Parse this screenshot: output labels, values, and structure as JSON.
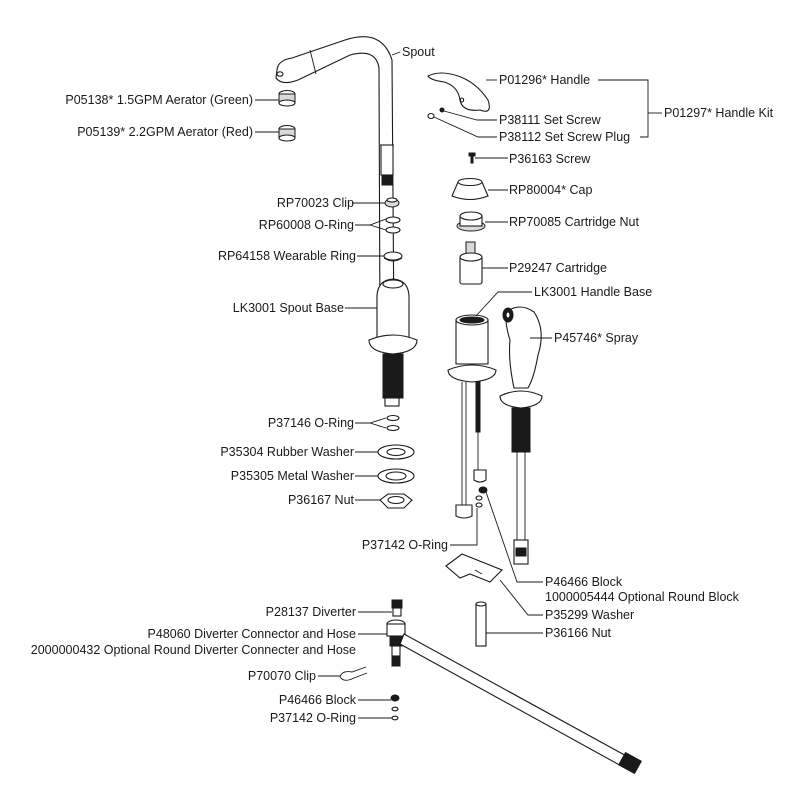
{
  "title": "Kitchen Faucet Exploded Parts Diagram",
  "callouts": {
    "spout": "Spout",
    "aerator_green": "P05138* 1.5GPM Aerator (Green)",
    "aerator_red": "P05139* 2.2GPM Aerator (Red)",
    "handle": "P01296* Handle",
    "set_screw": "P38111 Set Screw",
    "set_screw_plug": "P38112 Set Screw Plug",
    "handle_kit": "P01297* Handle Kit",
    "screw": "P36163 Screw",
    "cap": "RP80004* Cap",
    "cartridge_nut": "RP70085 Cartridge Nut",
    "cartridge": "P29247 Cartridge",
    "clip_top": "RP70023 Clip",
    "o_ring_top": "RP60008 O-Ring",
    "wearable_ring": "RP64158 Wearable Ring",
    "spout_base": "LK3001 Spout Base",
    "handle_base": "LK3001 Handle Base",
    "spray": "P45746* Spray",
    "o_ring_mid": "P37146 O-Ring",
    "rubber_washer": "P35304 Rubber Washer",
    "metal_washer": "P35305 Metal Washer",
    "nut_mid": "P36167 Nut",
    "o_ring_lower": "P37142 O-Ring",
    "block": "P46466 Block",
    "block_optional": "1000005444 Optional Round Block",
    "washer": "P35299 Washer",
    "nut_long": "P36166 Nut",
    "diverter": "P28137 Diverter",
    "diverter_connector": "P48060 Diverter Connector and Hose",
    "diverter_connector_optional": "2000000432 Optional Round Diverter Connecter and Hose",
    "clip_bottom": "P70070 Clip",
    "block_bottom": "P46466 Block",
    "o_ring_bottom": "P37142 O-Ring"
  }
}
